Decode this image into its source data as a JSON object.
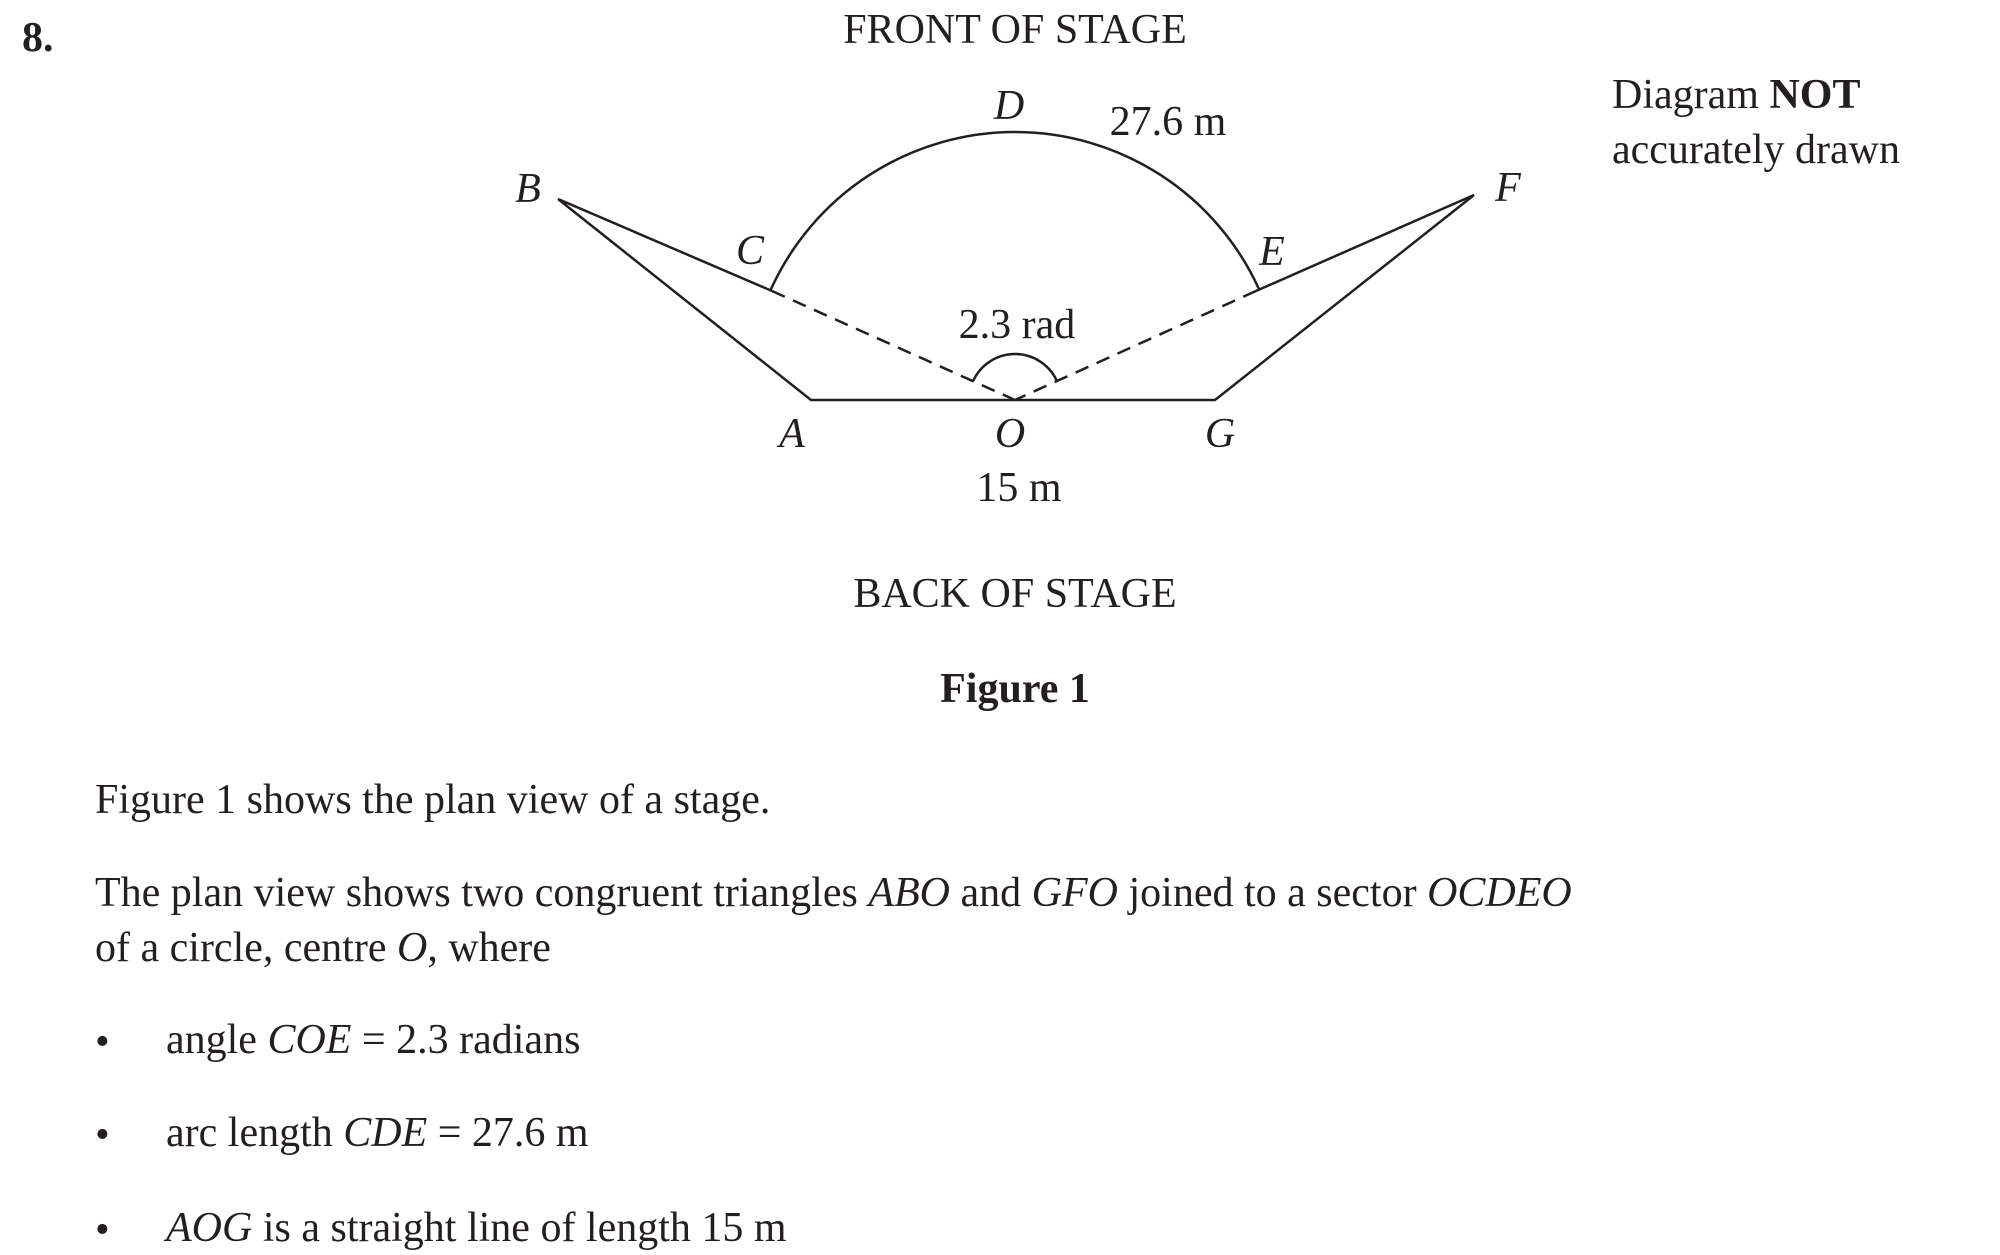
{
  "question_number": "8.",
  "figure": {
    "front_label": "FRONT OF STAGE",
    "back_label": "BACK OF STAGE",
    "caption": "Figure 1",
    "note_line1_prefix": "Diagram",
    "note_line1_bold": "NOT",
    "note_line2": "accurately drawn",
    "points": {
      "A": "A",
      "B": "B",
      "C": "C",
      "D": "D",
      "E": "E",
      "F": "F",
      "G": "G",
      "O": "O"
    },
    "arc_length_label": "27.6 m",
    "angle_label": "2.3 rad",
    "base_length_label": "15 m",
    "angle_rad": 2.3
  },
  "text": {
    "para1": "Figure 1 shows the plan view of a stage.",
    "para2_a": "The plan view shows two congruent triangles ",
    "para2_abo": "ABO",
    "para2_b": " and ",
    "para2_gfo": "GFO",
    "para2_c": " joined to a sector ",
    "para2_ocdeo": "OCDEO",
    "para2_line2_a": "of a circle, centre ",
    "para2_o": "O",
    "para2_line2_b": ", where",
    "bullets": [
      {
        "pre": "angle ",
        "it": "COE",
        "post": " = 2.3 radians"
      },
      {
        "pre": "arc length ",
        "it": "CDE",
        "post": " = 27.6 m"
      },
      {
        "pre": "",
        "it": "AOG",
        "post": " is a straight line of length 15 m"
      }
    ],
    "bullet_symbol": "•"
  }
}
